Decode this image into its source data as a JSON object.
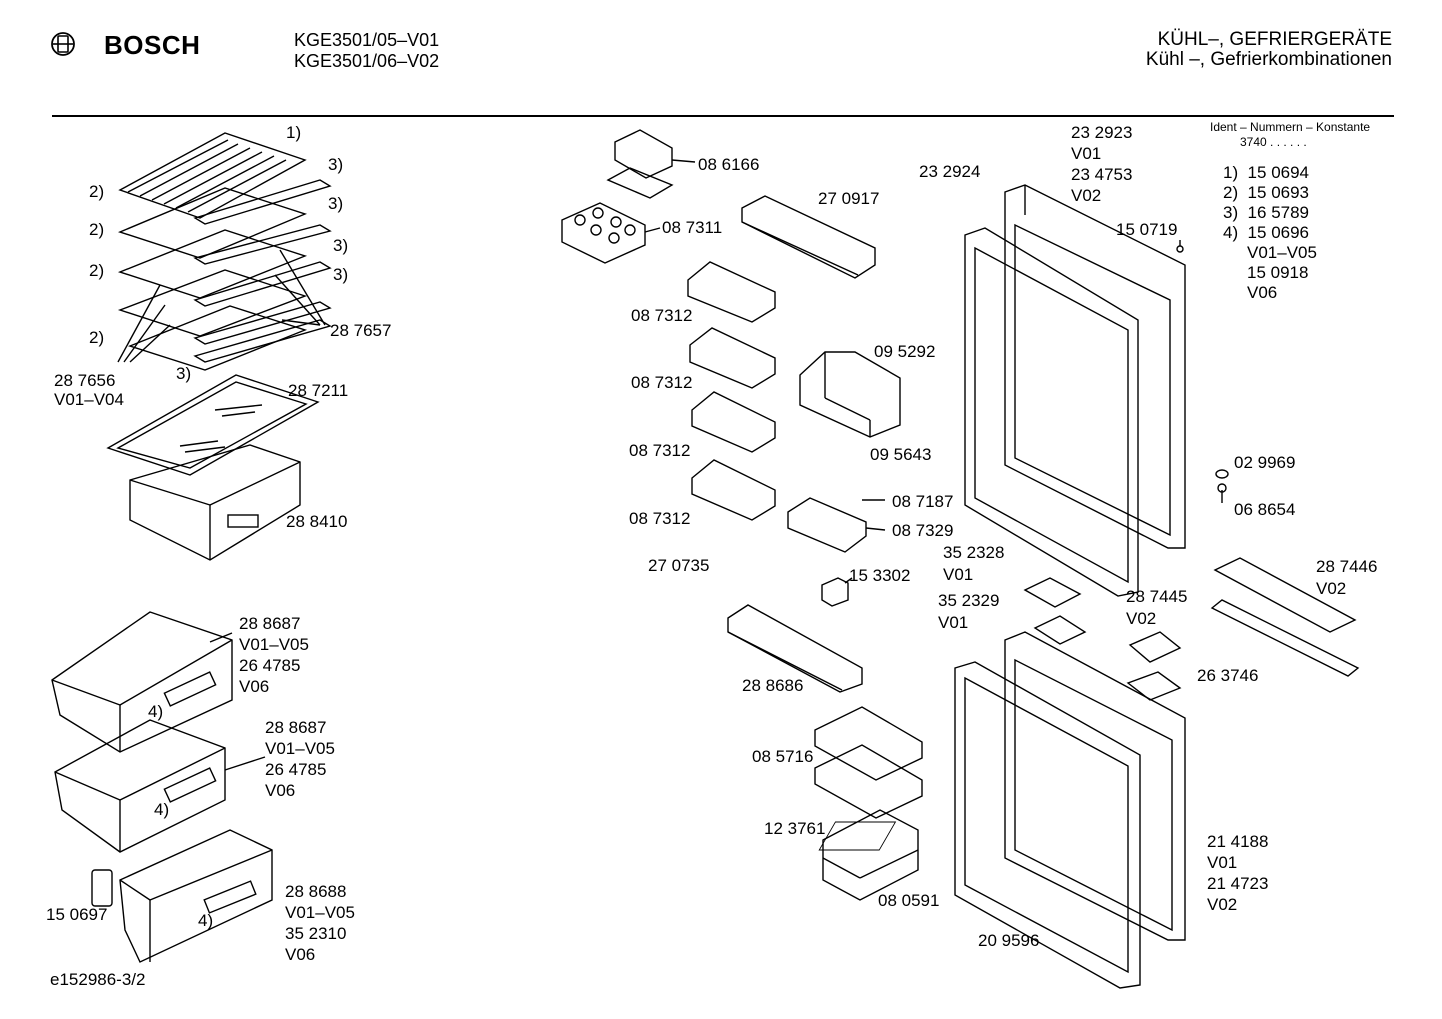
{
  "header": {
    "brand": "BOSCH",
    "models": [
      "KGE3501/05–V01",
      "KGE3501/06–V02"
    ],
    "title_line1": "KÜHL–, GEFRIERGERÄTE",
    "title_line2": "Kühl –, Gefrierkombinationen"
  },
  "ident": {
    "heading": "Ident – Nummern – Konstante",
    "constant": "3740 . . . . . .",
    "entries": [
      "1)  15 0694",
      "2)  15 0693",
      "3)  16 5789",
      "4)  15 0696",
      "V01–V05",
      "15 0918",
      "V06"
    ]
  },
  "labels": [
    {
      "id": "ref-1",
      "text": "1)"
    },
    {
      "id": "ref-3a",
      "text": "3)"
    },
    {
      "id": "ref-3b",
      "text": "3)"
    },
    {
      "id": "ref-3c",
      "text": "3)"
    },
    {
      "id": "ref-3d",
      "text": "3)"
    },
    {
      "id": "ref-3e",
      "text": "3)"
    },
    {
      "id": "ref-2a",
      "text": "2)"
    },
    {
      "id": "ref-2b",
      "text": "2)"
    },
    {
      "id": "ref-2c",
      "text": "2)"
    },
    {
      "id": "ref-2d",
      "text": "2)"
    },
    {
      "id": "p287657",
      "text": "28 7657"
    },
    {
      "id": "p287656",
      "text": "28 7656\nV01–V04"
    },
    {
      "id": "p287211",
      "text": "28 7211"
    },
    {
      "id": "p288410",
      "text": "28 8410"
    },
    {
      "id": "p288687a",
      "text": "28 8687\nV01–V05\n26 4785\nV06"
    },
    {
      "id": "p288687b",
      "text": "28 8687\nV01–V05\n26 4785\nV06"
    },
    {
      "id": "p288688",
      "text": "28 8688\nV01–V05\n35 2310\nV06"
    },
    {
      "id": "ref-4a",
      "text": "4)"
    },
    {
      "id": "ref-4b",
      "text": "4)"
    },
    {
      "id": "ref-4c",
      "text": "4)"
    },
    {
      "id": "p150697",
      "text": "15 0697"
    },
    {
      "id": "footer",
      "text": "e152986-3/2"
    },
    {
      "id": "p086166",
      "text": "08 6166"
    },
    {
      "id": "p087311",
      "text": "08 7311"
    },
    {
      "id": "p270917",
      "text": "27 0917"
    },
    {
      "id": "p087312a",
      "text": "08 7312"
    },
    {
      "id": "p087312b",
      "text": "08 7312"
    },
    {
      "id": "p087312c",
      "text": "08 7312"
    },
    {
      "id": "p087312d",
      "text": "08 7312"
    },
    {
      "id": "p095292",
      "text": "09 5292"
    },
    {
      "id": "p095643",
      "text": "09 5643"
    },
    {
      "id": "p087187",
      "text": "08 7187"
    },
    {
      "id": "p087329",
      "text": "08 7329"
    },
    {
      "id": "p270735",
      "text": "27 0735"
    },
    {
      "id": "p153302",
      "text": "15 3302"
    },
    {
      "id": "p288686",
      "text": "28 8686"
    },
    {
      "id": "p085716",
      "text": "08 5716"
    },
    {
      "id": "p123761",
      "text": "12 3761"
    },
    {
      "id": "p080591",
      "text": "08 0591"
    },
    {
      "id": "p232923",
      "text": "23 2923\nV01\n23 4753\nV02"
    },
    {
      "id": "p232924",
      "text": "23 2924"
    },
    {
      "id": "p150719",
      "text": "15 0719"
    },
    {
      "id": "p029969",
      "text": "02 9969"
    },
    {
      "id": "p068654",
      "text": "06 8654"
    },
    {
      "id": "p352328",
      "text": "35 2328\nV01"
    },
    {
      "id": "p352329",
      "text": "35 2329\nV01"
    },
    {
      "id": "p287445",
      "text": "28 7445\nV02"
    },
    {
      "id": "p287446",
      "text": "28 7446\nV02"
    },
    {
      "id": "p263746",
      "text": "26 3746"
    },
    {
      "id": "p214188",
      "text": "21 4188\nV01\n21 4723\nV02"
    },
    {
      "id": "p209596",
      "text": "20 9596"
    }
  ]
}
